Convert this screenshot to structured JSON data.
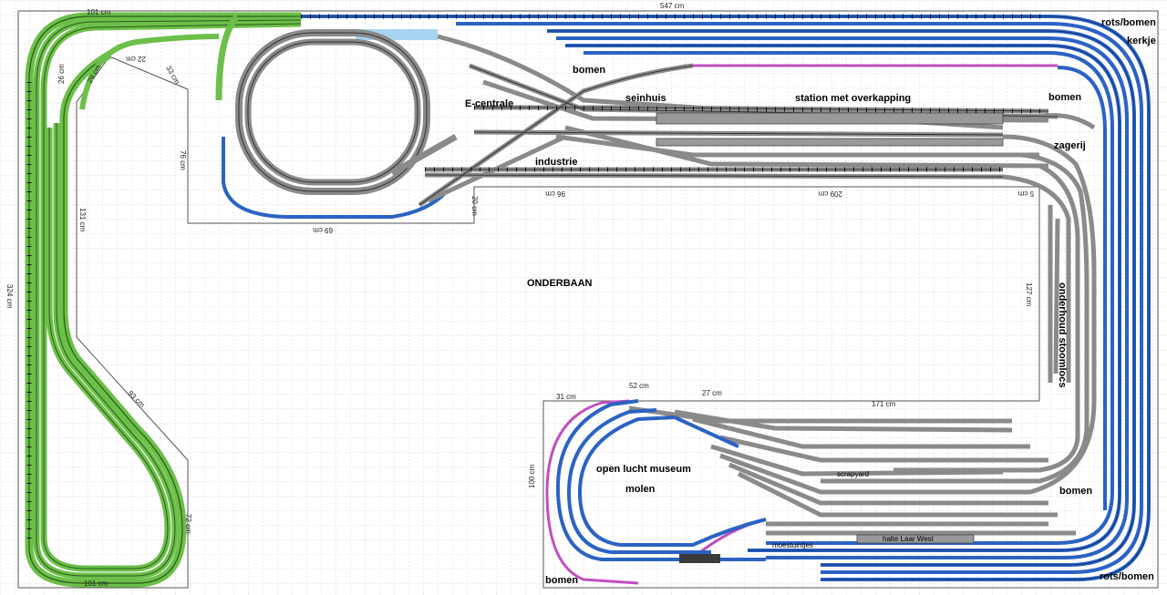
{
  "labels": {
    "rots_bomen_top": "rots/bomen",
    "kerkje": "kerkje",
    "bomen_top": "bomen",
    "bomen_right": "bomen",
    "e_centrale": "E-centrale",
    "seinhuis": "seinhuis",
    "station": "station met overkapping",
    "zagerij": "zagerij",
    "industrie": "industrie",
    "onderbaan": "ONDERBAAN",
    "onderhoud": "onderhoud stoomlocs",
    "open_lucht": "open lucht museum",
    "molen": "molen",
    "scrapyard": "scrapyard",
    "bomen_lower_right": "bomen",
    "halte": "halte Laar West",
    "moestuintjes": "moestuintjes",
    "bomen_bottom_left": "bomen",
    "rots_bomen_bottom": "rots/bomen"
  },
  "dimensions": {
    "d547": "547 cm",
    "d101_top": "101 cm",
    "d22": "22 cm",
    "d29": "29 cm",
    "d33": "33 cm",
    "d26": "26 cm",
    "d76": "76 cm",
    "d69": "69 cm",
    "d20": "20 cm",
    "d96": "96 cm",
    "d209": "209 cm",
    "d5": "5 cm",
    "d131": "131 cm",
    "d324": "324 cm",
    "d127": "127 cm",
    "d93": "93 cm",
    "d72": "72 cm",
    "d101_bottom": "101 cm",
    "d31": "31 cm",
    "d52": "52 cm",
    "d27": "27 cm",
    "d171": "171 cm",
    "d100": "100 cm"
  },
  "colors": {
    "grid": "#b8b8b8",
    "board": "#555555",
    "blue_track": "#2b63c4",
    "green_track": "#6cbf49",
    "grey_track": "#8a8a8a",
    "magenta_track": "#c24fbf",
    "light_blue_track": "#a8d4f2",
    "platform": "#9a9a9a"
  }
}
